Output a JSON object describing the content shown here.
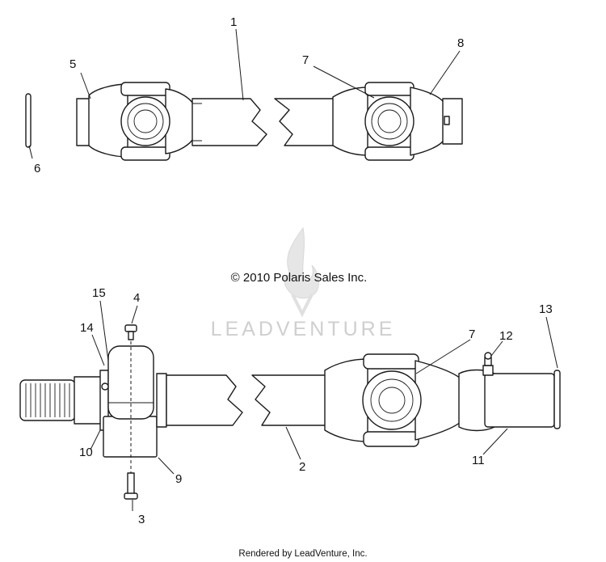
{
  "copyright": "© 2010 Polaris Sales Inc.",
  "watermark": "LEADVENTURE",
  "footer": "Rendered by LeadVenture, Inc.",
  "callouts": {
    "c1": "1",
    "c2": "2",
    "c3": "3",
    "c4": "4",
    "c5": "5",
    "c6": "6",
    "c7a": "7",
    "c7b": "7",
    "c8": "8",
    "c9": "9",
    "c10": "10",
    "c11": "11",
    "c12": "12",
    "c13": "13",
    "c14": "14",
    "c15": "15"
  }
}
